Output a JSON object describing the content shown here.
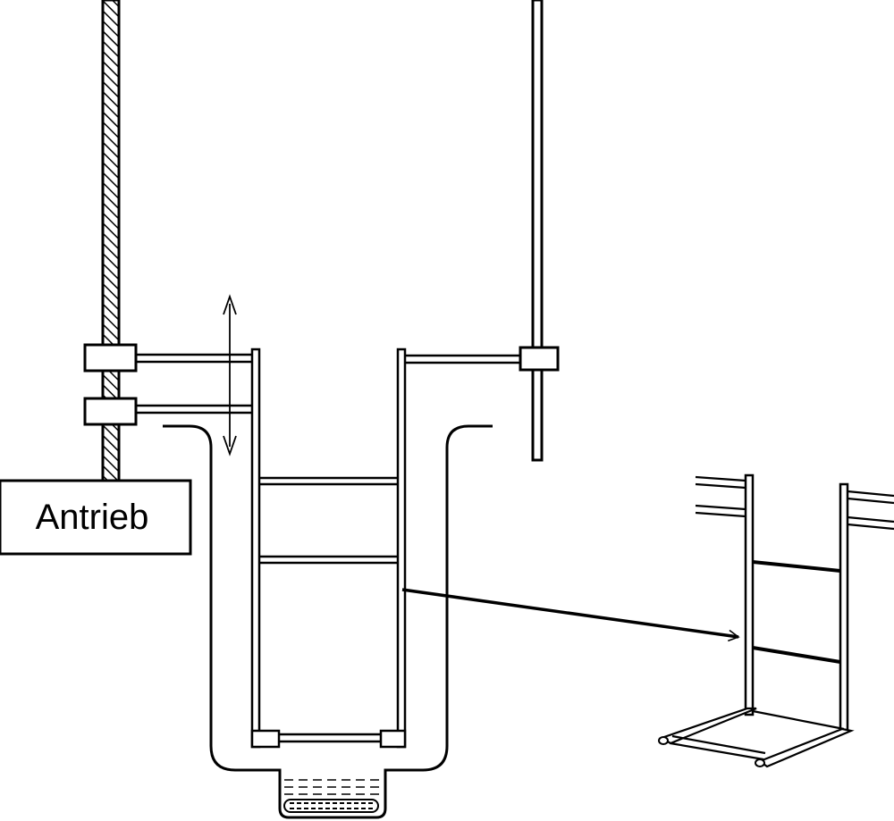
{
  "diagram": {
    "drive_label": "Antrieb",
    "colors": {
      "stroke": "#000000",
      "background": "#ffffff"
    },
    "parts": [
      "threaded-spindle",
      "guide-rod",
      "slider-upper",
      "slider-lower",
      "guide-clamp",
      "motion-arrow",
      "tank",
      "frame",
      "frame-detail"
    ]
  }
}
